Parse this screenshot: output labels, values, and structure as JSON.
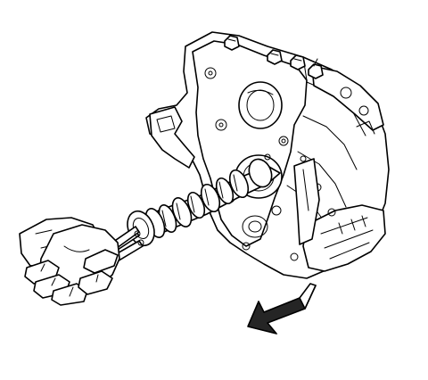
{
  "illustration": {
    "subject": "camshaft-removal",
    "parts": [
      "engine-block",
      "front-cover-bolts",
      "camshaft",
      "camshaft-bolts-handles",
      "hand"
    ],
    "direction_arrow": "pointing-lower-left"
  }
}
